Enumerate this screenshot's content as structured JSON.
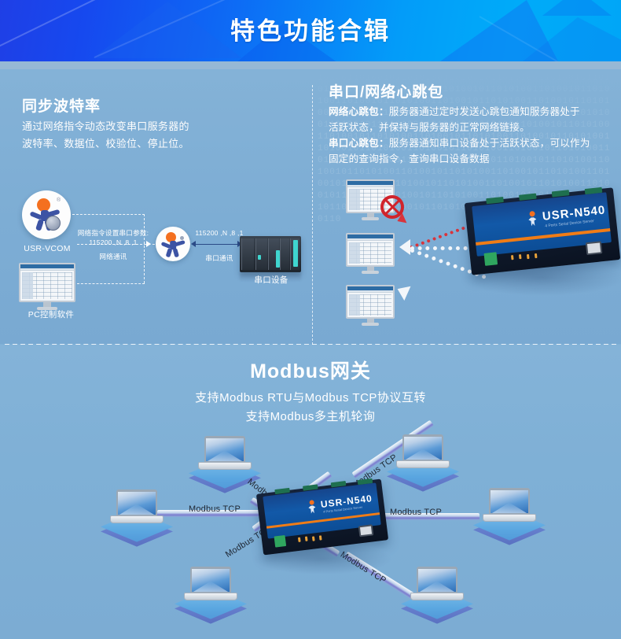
{
  "banner": {
    "title": "特色功能合辑"
  },
  "panels": {
    "left": {
      "heading": "同步波特率",
      "body_line1": "通过网络指令动态改变串口服务器的",
      "body_line2": "波特率、数据位、校验位、停止位。",
      "diagram": {
        "vcom_label": "USR-VCOM",
        "pc_label": "PC控制软件",
        "net_cmd_label": "网络指令设置串口参数:",
        "net_cmd_params": "115200 ,N ,8 ,1",
        "net_comm_label": "网络通讯",
        "serial_params": "115200 ,N ,8 ,1",
        "serial_comm_label": "串口通讯",
        "serial_device_label": "串口设备"
      }
    },
    "right": {
      "heading": "串口/网络心跳包",
      "line1_key": "网络心跳包：",
      "line1_text": "服务器通过定时发送心跳包通知服务器处于",
      "line2_text": "活跃状态，并保持与服务器的正常网络链接。",
      "line3_key": "串口心跳包：",
      "line3_text": "服务器通知串口设备处于活跃状态，可以作为",
      "line4_text": "固定的查询指令，查询串口设备数据"
    }
  },
  "device": {
    "brand": "USR-N540",
    "subtitle": "4 Ports Serial Device Server"
  },
  "modbus": {
    "title": "Modbus网关",
    "sub_line1": "支持Modbus RTU与Modbus TCP协议互转",
    "sub_line2": "支持Modbus多主机轮询",
    "link_labels": [
      "Modbus TCP",
      "Modbus TCP",
      "Modbus TCP",
      "Modbus TCP",
      "Modbus TCP",
      "Modbus TCP"
    ]
  },
  "colors": {
    "banner_start": "#1f3fe6",
    "banner_end": "#00a6f7",
    "background": "#7fb0d6",
    "device_face": "#12569f",
    "device_stripe": "#f07c16",
    "logo_orange": "#f4701f",
    "error_red": "#d0242c"
  },
  "binary_texture": "1010011010010110101001101001011010100110100101101010011010010110101001101001011010100110100101101010011010010110101001101001011010100110100101101010011010010110101001101001011010100110100101101010011010010110101001101001011010100110100101101010011010010110101001101001011010100110100101101010011010010110101001101001011010100110100101101010011010010110101001101001011010100110100101101010011010010110101001101001011010100110100101101010011010010110101001101001011010100110100101101010011010010110101001101001011010100110100101101010011010010110101001101001011010100110100101101010011010010110"
}
